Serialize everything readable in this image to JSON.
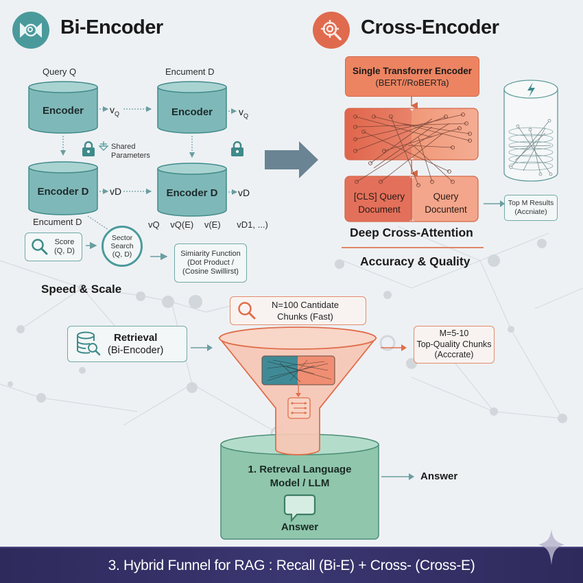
{
  "bi_encoder": {
    "title": "Bi-Encoder",
    "icon": "eye-icon",
    "query_label": "Query Q",
    "doc_label_top": "Encument D",
    "encoder_q": "Encoder",
    "encoder_d": "Encoder",
    "vq_1": "v",
    "vq_1_sub": "Q",
    "vq_2": "v",
    "vq_2_sub": "Q",
    "shared_params": [
      "Shared",
      "Parameters"
    ],
    "encoder_d_left": "Encoder D",
    "encoder_d_right": "Encoder D",
    "vd_1": "vD",
    "vd_2": "vD",
    "doc_label_bottom": "Encument D",
    "vectors_row": [
      "vQ",
      "vQ(E)",
      "v(E)",
      "vD1, ...)"
    ],
    "score_box": [
      "Score",
      "(Q, D)"
    ],
    "vector_search": [
      "Sector",
      "Search",
      "(Q, D)"
    ],
    "similarity_box": [
      "Simiarity Function",
      "(Dot Product /",
      "(Cosine Swillirst)"
    ],
    "tagline": "Speed & Scale"
  },
  "cross_encoder": {
    "title": "Cross-Encoder",
    "icon": "target-search-icon",
    "transformer_box": [
      "Single Transforrer Encoder",
      "(BERT//RoBERTa)"
    ],
    "input_left": [
      "[CLS] Query",
      "Document"
    ],
    "input_right": [
      "Query",
      "Docuntent"
    ],
    "deep_label": "Deep Cross-Attention",
    "tagline": "Accuracy & Quality",
    "top_results": [
      "Top M Results",
      "(Accniate)"
    ]
  },
  "funnel": {
    "retrieval_box": [
      "Retrieval",
      "(Bi-Encoder)"
    ],
    "candidates_box": [
      "N=100 Cantidate",
      "Chunks (Fast)"
    ],
    "top_quality_box": [
      "M=5-10",
      "Top-Quality Chunks",
      "(Acccrate)"
    ],
    "llm_label": [
      "1. Retreval Language",
      "Model / LLM"
    ],
    "llm_answer": "Answer",
    "final_answer": "Answer"
  },
  "footer": {
    "text": "3. Hybrid Funnel for RAG : Recall (Bi-E) + Cross- (Cross-E)"
  },
  "colors": {
    "teal": "#4a9a9c",
    "teal_light": "#7fbfbd",
    "orange": "#e06e4c",
    "orange_light": "#f5b9a2",
    "arrow_gray": "#6a8494",
    "footer_bg": "#332e66",
    "llm_green": "#8fc6ac"
  }
}
